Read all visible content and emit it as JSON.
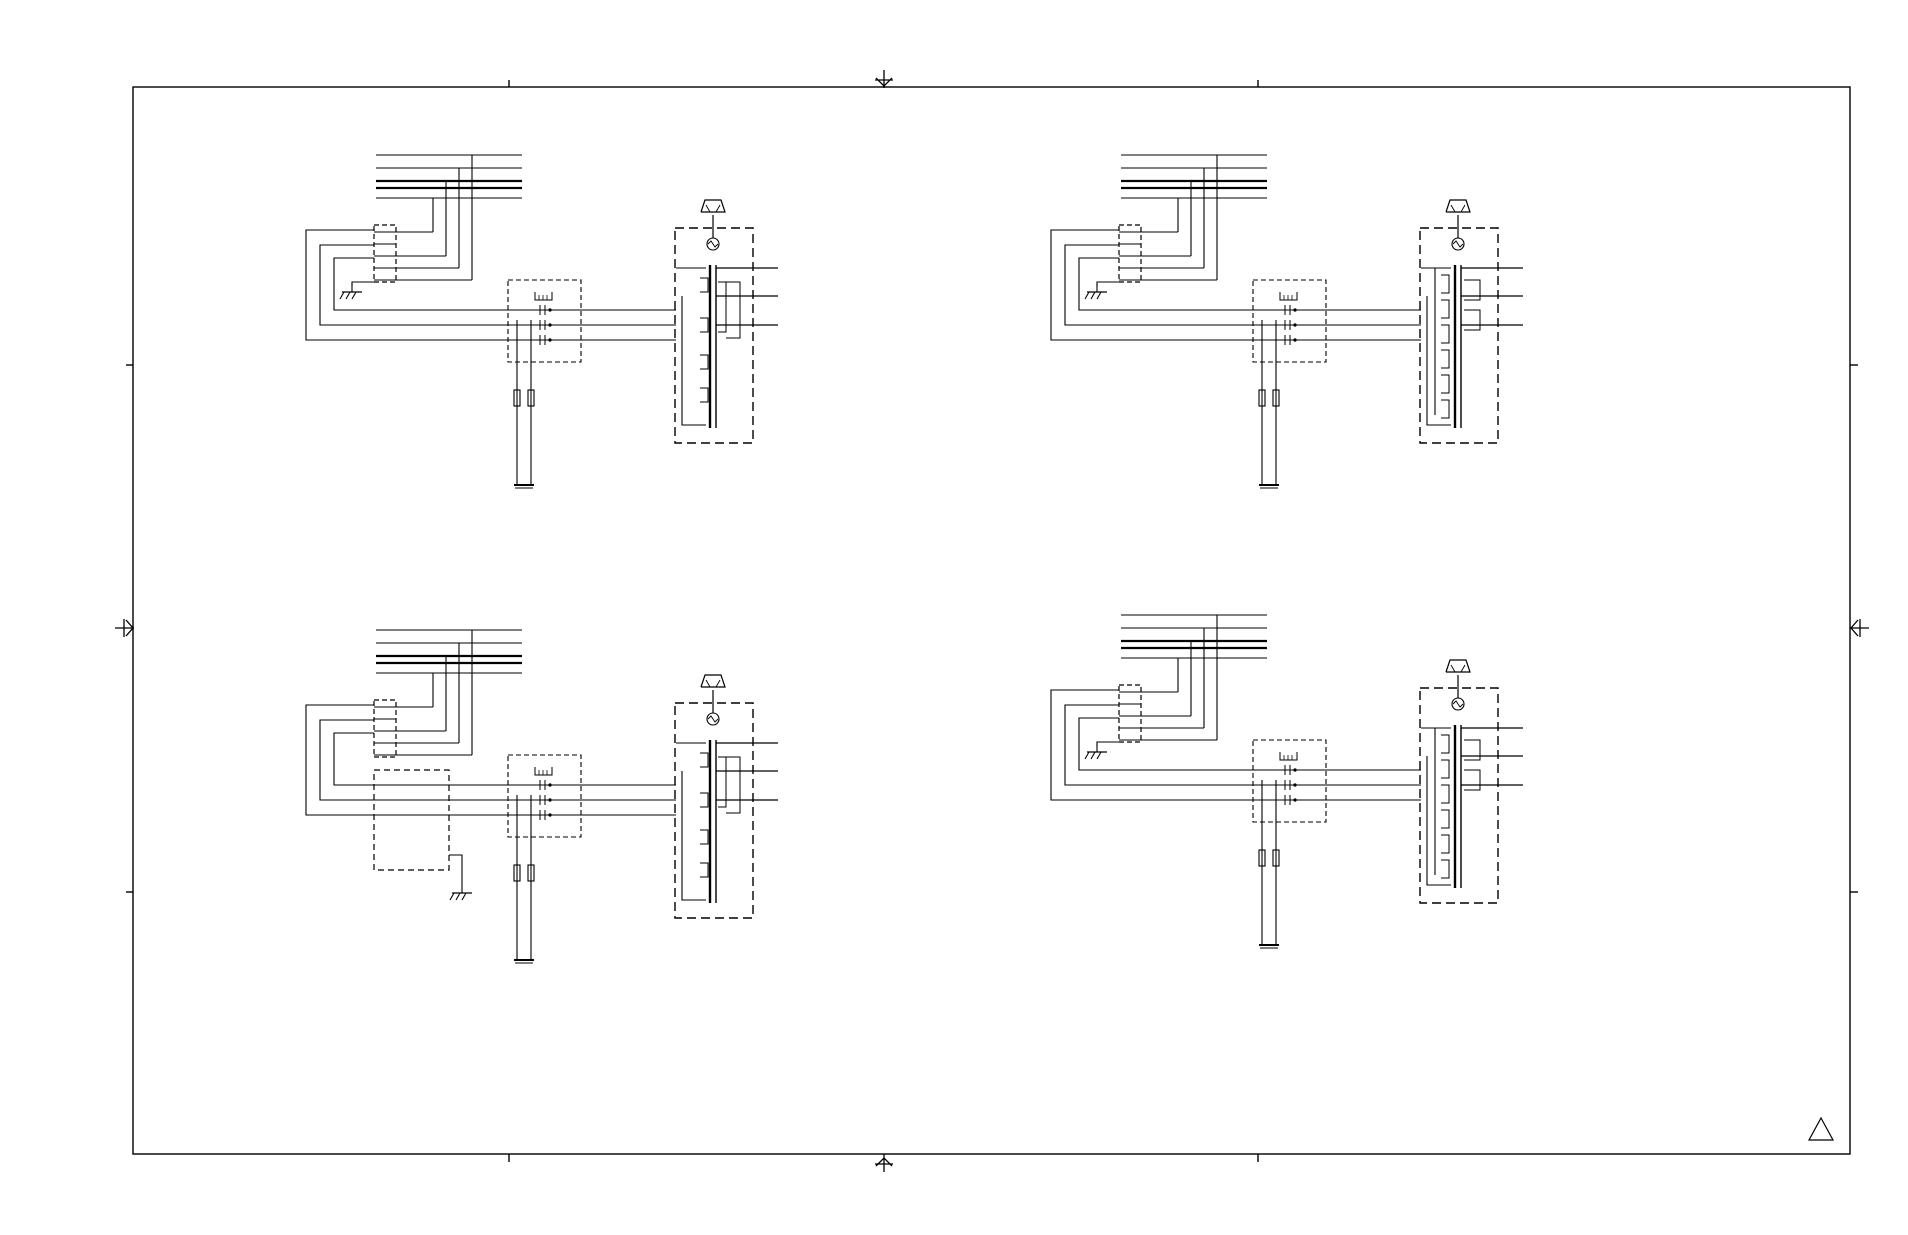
{
  "drawing": {
    "line_color": "#000000",
    "background": "#ffffff",
    "revision_marker": "triangle-icon"
  },
  "circuits": [
    {
      "id": "upper-left",
      "variant": "A"
    },
    {
      "id": "upper-right",
      "variant": "B"
    },
    {
      "id": "lower-left",
      "variant": "C"
    },
    {
      "id": "lower-right",
      "variant": "B"
    }
  ]
}
